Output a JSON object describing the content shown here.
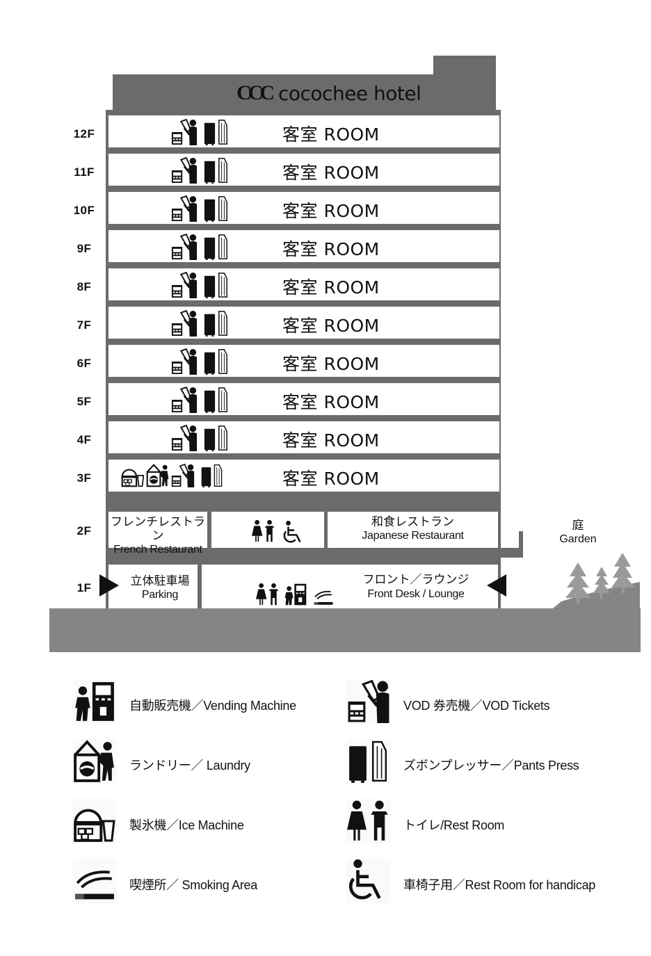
{
  "hotel": {
    "logo_mark": "CCC",
    "name": "cocochee hotel"
  },
  "floors": [
    {
      "label": "12F",
      "room": "客室 ROOM"
    },
    {
      "label": "11F",
      "room": "客室 ROOM"
    },
    {
      "label": "10F",
      "room": "客室 ROOM"
    },
    {
      "label": "9F",
      "room": "客室 ROOM"
    },
    {
      "label": "8F",
      "room": "客室 ROOM"
    },
    {
      "label": "7F",
      "room": "客室 ROOM"
    },
    {
      "label": "6F",
      "room": "客室 ROOM"
    },
    {
      "label": "5F",
      "room": "客室 ROOM"
    },
    {
      "label": "4F",
      "room": "客室 ROOM"
    },
    {
      "label": "3F",
      "room": "客室 ROOM"
    }
  ],
  "floor2": {
    "label": "2F",
    "french": {
      "jp": "フレンチレストラン",
      "en": "French Restaurant"
    },
    "japanese": {
      "jp": "和食レストラン",
      "en": "Japanese Restaurant"
    }
  },
  "floor1": {
    "label": "1F",
    "parking": {
      "jp": "立体駐車場",
      "en": "Parking"
    },
    "front": {
      "jp": "フロント／ラウンジ",
      "en": "Front Desk / Lounge"
    }
  },
  "garden": {
    "jp": "庭",
    "en": "Garden"
  },
  "legend": [
    {
      "icon": "vending-machine-icon",
      "text": "自動販売機／Vending Machine"
    },
    {
      "icon": "vod-tickets-icon",
      "text": "VOD 券売機／VOD Tickets"
    },
    {
      "icon": "laundry-icon",
      "text": "ランドリー／ Laundry"
    },
    {
      "icon": "pants-press-icon",
      "text": "ズボンプレッサー／Pants Press"
    },
    {
      "icon": "ice-machine-icon",
      "text": "製氷機／Ice Machine"
    },
    {
      "icon": "restroom-icon",
      "text": "トイレ/Rest Room"
    },
    {
      "icon": "smoking-icon",
      "text": "喫煙所／ Smoking Area"
    },
    {
      "icon": "wheelchair-icon",
      "text": "車椅子用／Rest Room for handicap"
    }
  ],
  "colors": {
    "building": "#6b6b6b",
    "ground": "#858585",
    "text": "#111111"
  }
}
